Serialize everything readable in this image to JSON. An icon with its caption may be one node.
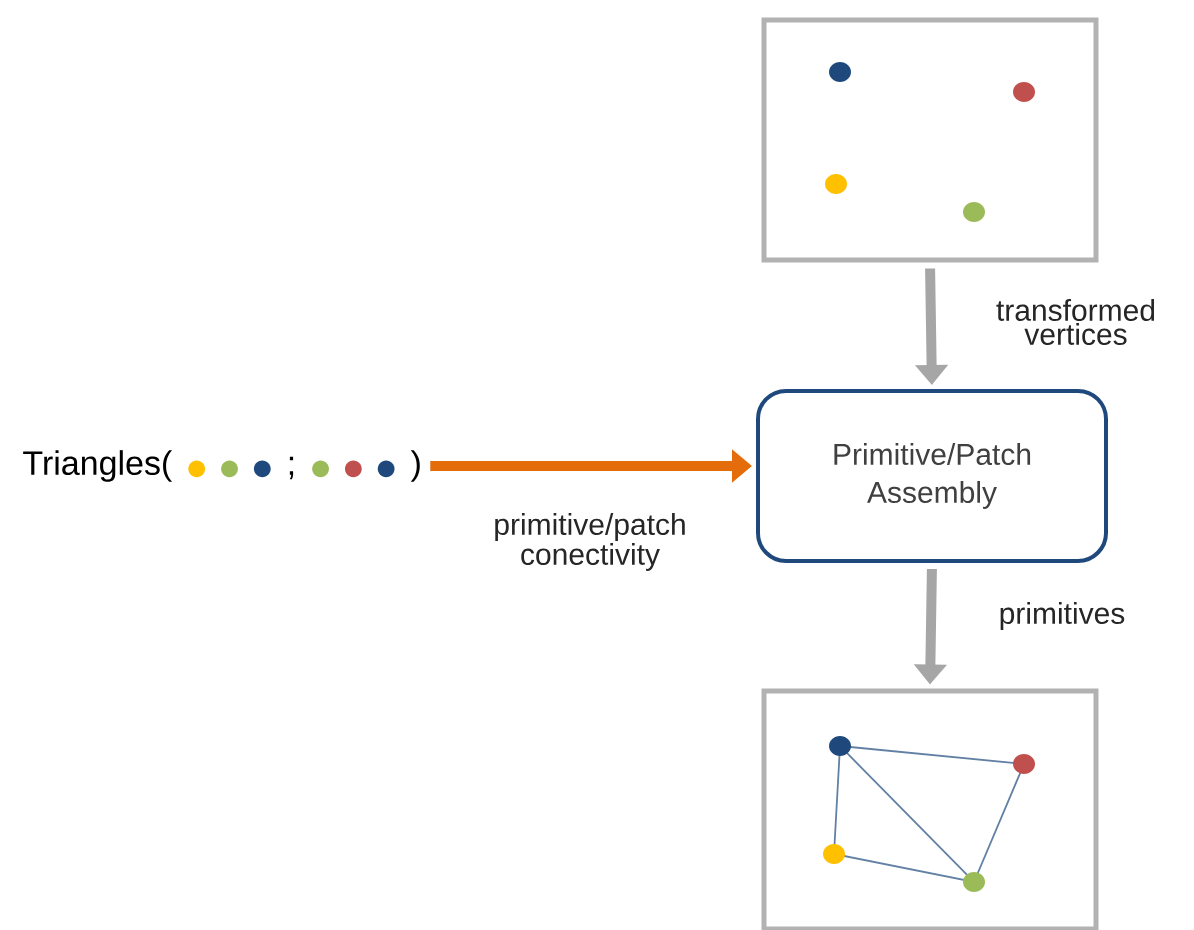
{
  "diagram": {
    "nodes": [
      {
        "text": [],
        "shape": "box"
      },
      {
        "text": [
          "Primitive/Patch Assembly"
        ]
      },
      {
        "text": [],
        "shape": "box"
      },
      {
        "text": [
          "Triangles(",
          ";",
          ")"
        ]
      }
    ],
    "edges": [
      {
        "from": 0,
        "to": 1,
        "arrow": "to",
        "label": "transformed vertices"
      },
      {
        "from": 1,
        "to": 2,
        "arrow": "to",
        "label": "primitives"
      },
      {
        "from": 3,
        "to": 1,
        "arrow": "to",
        "label": "primitive/patch conectivity",
        "color": "#e46c0a"
      }
    ]
  }
}
